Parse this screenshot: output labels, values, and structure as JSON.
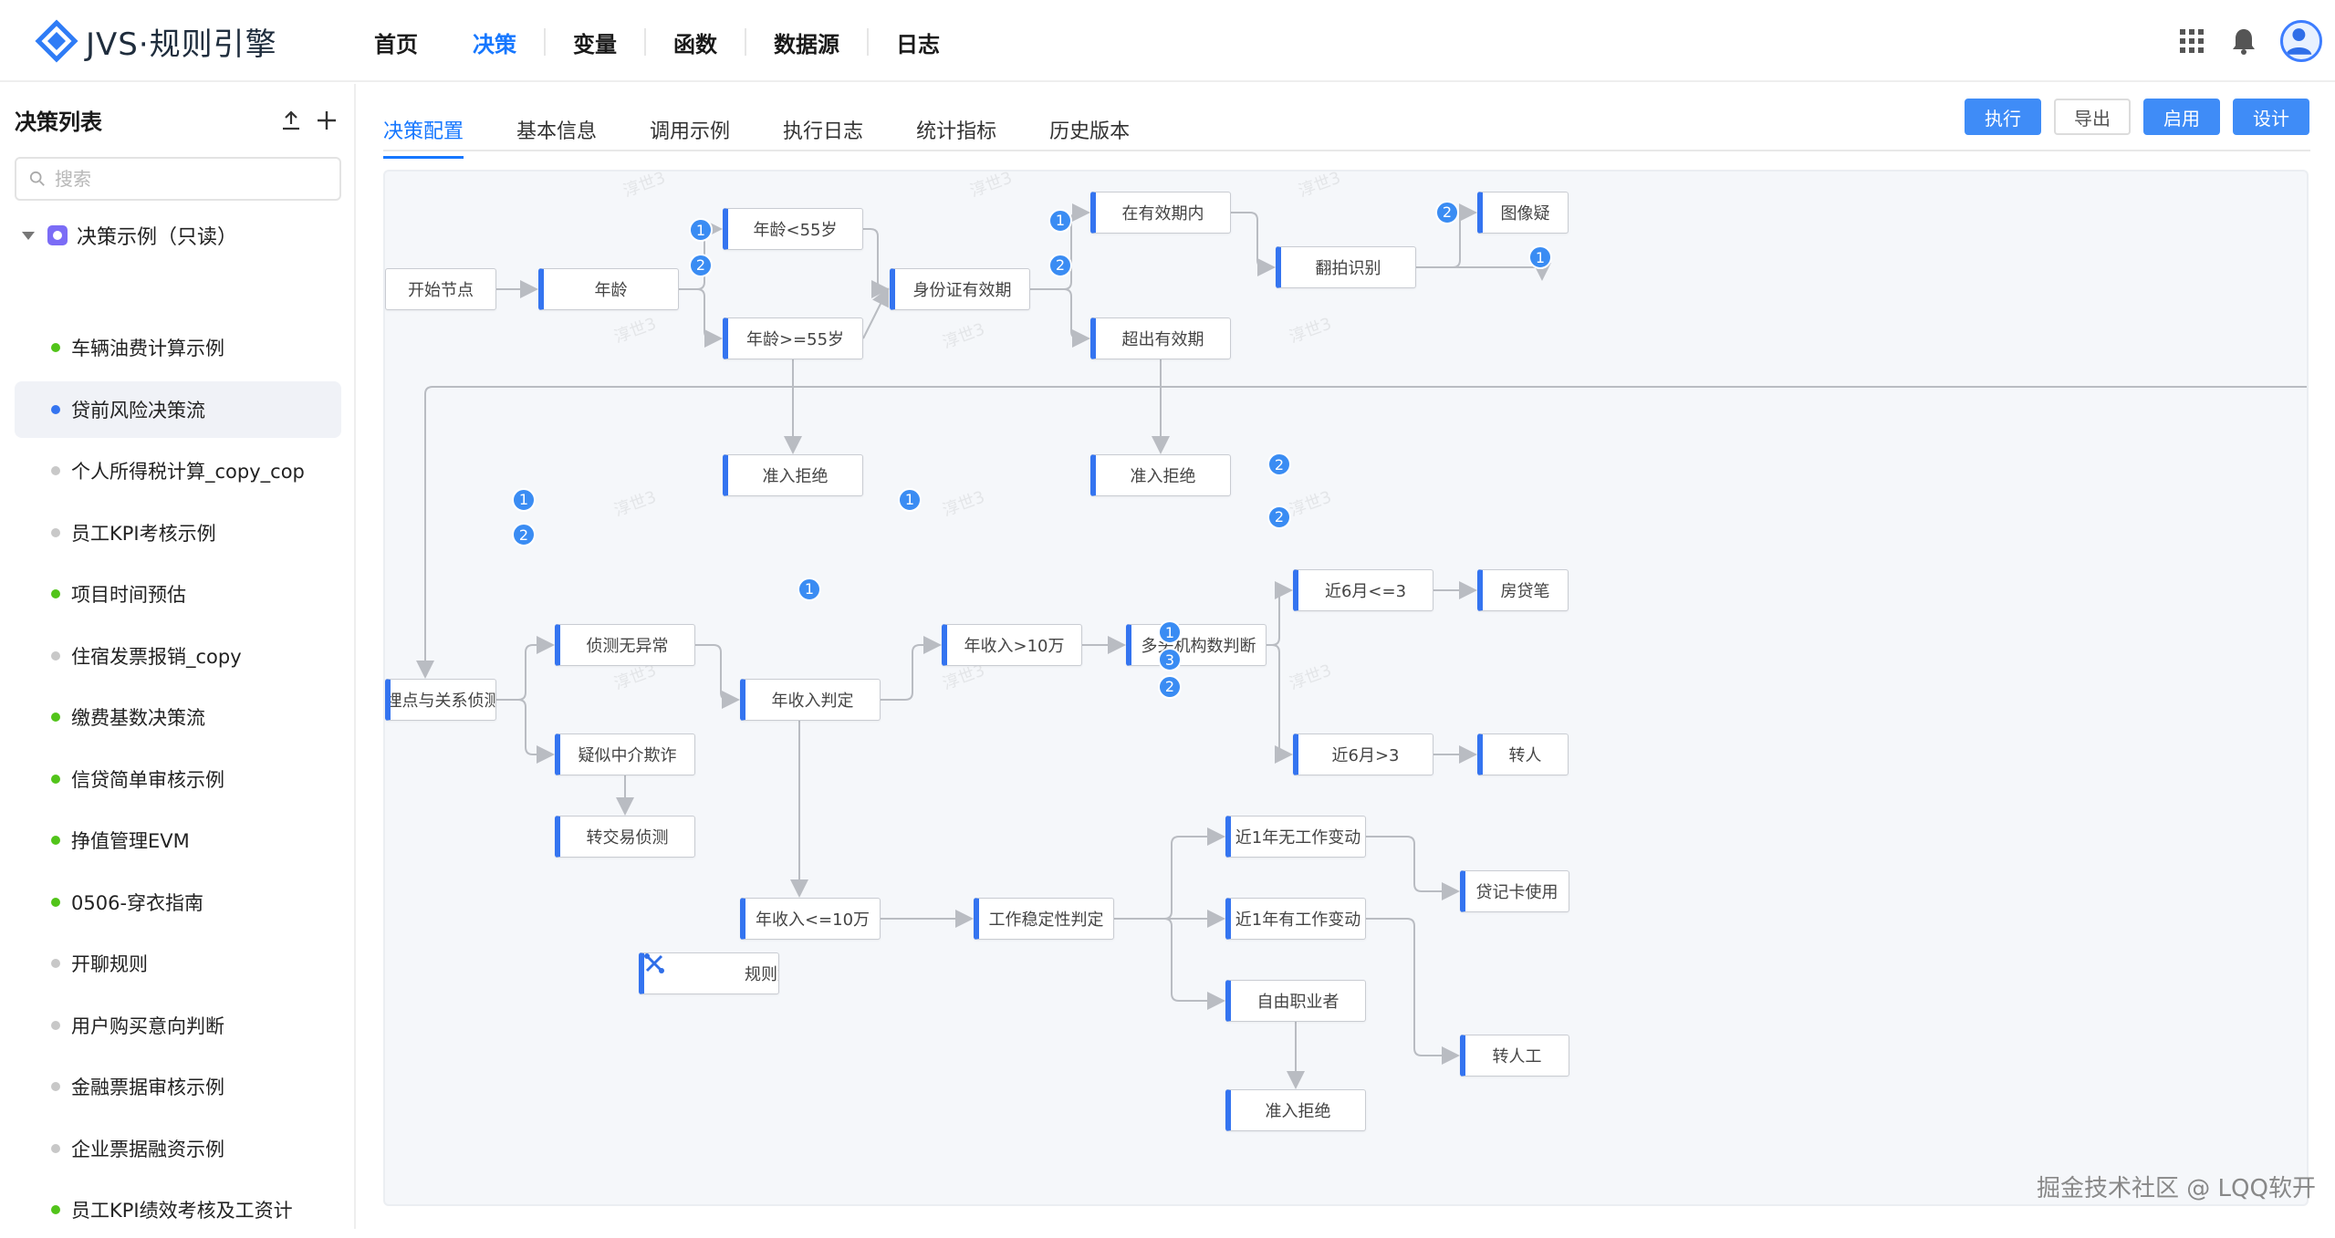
{
  "app": {
    "logo_text": "JVS·规则引擎",
    "nav": [
      {
        "label": "首页",
        "active": false
      },
      {
        "label": "决策",
        "active": true
      },
      {
        "label": "变量",
        "active": false
      },
      {
        "label": "函数",
        "active": false
      },
      {
        "label": "数据源",
        "active": false
      },
      {
        "label": "日志",
        "active": false
      }
    ],
    "accent_color": "#1677ff"
  },
  "sidebar": {
    "title": "决策列表",
    "search_placeholder": "搜索",
    "root_label": "决策示例（只读）",
    "items": [
      {
        "label": "车辆油费计算示例",
        "dot": "#52c41a",
        "active": false
      },
      {
        "label": "贷前风险决策流",
        "dot": "#3474f0",
        "active": true
      },
      {
        "label": "个人所得税计算_copy_cop",
        "dot": "#c8c8c8",
        "active": false
      },
      {
        "label": "员工KPI考核示例",
        "dot": "#c8c8c8",
        "active": false
      },
      {
        "label": "项目时间预估",
        "dot": "#52c41a",
        "active": false
      },
      {
        "label": "住宿发票报销_copy",
        "dot": "#c8c8c8",
        "active": false
      },
      {
        "label": "缴费基数决策流",
        "dot": "#52c41a",
        "active": false
      },
      {
        "label": "信贷简单审核示例",
        "dot": "#52c41a",
        "active": false
      },
      {
        "label": "挣值管理EVM",
        "dot": "#52c41a",
        "active": false
      },
      {
        "label": "0506-穿衣指南",
        "dot": "#52c41a",
        "active": false
      },
      {
        "label": "开聊规则",
        "dot": "#c8c8c8",
        "active": false
      },
      {
        "label": "用户购买意向判断",
        "dot": "#c8c8c8",
        "active": false
      },
      {
        "label": "金融票据审核示例",
        "dot": "#c8c8c8",
        "active": false
      },
      {
        "label": "企业票据融资示例",
        "dot": "#c8c8c8",
        "active": false
      },
      {
        "label": "员工KPI绩效考核及工资计",
        "dot": "#52c41a",
        "active": false
      }
    ]
  },
  "main": {
    "tabs": [
      {
        "label": "决策配置",
        "active": true
      },
      {
        "label": "基本信息",
        "active": false
      },
      {
        "label": "调用示例",
        "active": false
      },
      {
        "label": "执行日志",
        "active": false
      },
      {
        "label": "统计指标",
        "active": false
      },
      {
        "label": "历史版本",
        "active": false
      }
    ],
    "actions": [
      {
        "label": "执行",
        "style": "primary"
      },
      {
        "label": "导出",
        "style": "plain"
      },
      {
        "label": "启用",
        "style": "primary"
      },
      {
        "label": "设计",
        "style": "primary"
      }
    ]
  },
  "flow": {
    "nodes": [
      {
        "id": "n1",
        "label": "开始节点",
        "type": "start"
      },
      {
        "id": "n2",
        "label": "年龄"
      },
      {
        "id": "n3",
        "label": "年龄<55岁"
      },
      {
        "id": "n4",
        "label": "年龄>=55岁"
      },
      {
        "id": "n5",
        "label": "准入拒绝"
      },
      {
        "id": "n6",
        "label": "身份证有效期"
      },
      {
        "id": "n7",
        "label": "在有效期内"
      },
      {
        "id": "n8",
        "label": "超出有效期"
      },
      {
        "id": "n9",
        "label": "准入拒绝"
      },
      {
        "id": "n10",
        "label": "翻拍识别"
      },
      {
        "id": "n11",
        "label": "图像疑"
      },
      {
        "id": "n12",
        "label": "埋点与关系侦测"
      },
      {
        "id": "n13",
        "label": "侦测无异常"
      },
      {
        "id": "n14",
        "label": "疑似中介欺诈"
      },
      {
        "id": "n15",
        "label": "转交易侦测"
      },
      {
        "id": "n16",
        "label": "年收入判定"
      },
      {
        "id": "n17",
        "label": "年收入>10万"
      },
      {
        "id": "n18",
        "label": "多头机构数判断"
      },
      {
        "id": "n19",
        "label": "近6月<=3"
      },
      {
        "id": "n20",
        "label": "近6月>3"
      },
      {
        "id": "n21",
        "label": "房贷笔"
      },
      {
        "id": "n22",
        "label": "转人"
      },
      {
        "id": "n23",
        "label": "年收入<=10万"
      },
      {
        "id": "n24",
        "label": "规则集",
        "type": "ruleset"
      },
      {
        "id": "n25",
        "label": "工作稳定性判定"
      },
      {
        "id": "n26",
        "label": "近1年无工作变动"
      },
      {
        "id": "n27",
        "label": "近1年有工作变动"
      },
      {
        "id": "n28",
        "label": "自由职业者"
      },
      {
        "id": "n29",
        "label": "准入拒绝"
      },
      {
        "id": "n30",
        "label": "贷记卡使用"
      },
      {
        "id": "n31",
        "label": "转人工"
      }
    ],
    "badges": [
      "1",
      "2",
      "1",
      "2",
      "2",
      "1",
      "1",
      "2",
      "1",
      "1",
      "2",
      "2",
      "1",
      "3",
      "2"
    ],
    "watermark_text": "淳世3"
  },
  "attribution": "掘金技术社区 @ LQQ软开"
}
